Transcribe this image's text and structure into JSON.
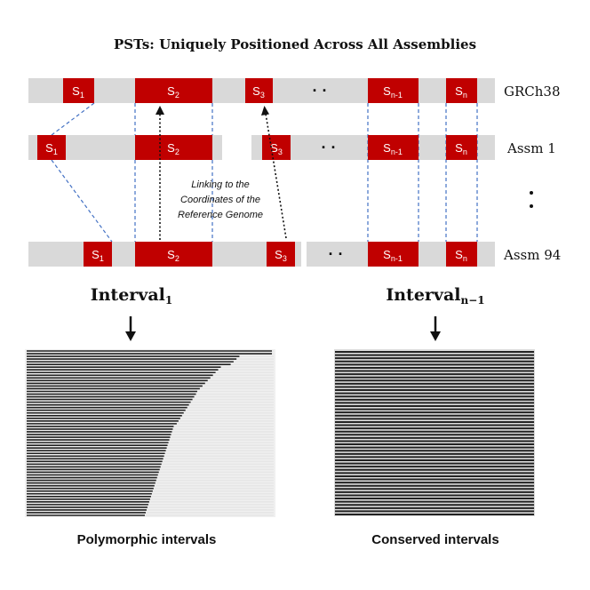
{
  "title": "PSTs: Uniquely Positioned Across All Assemblies",
  "assemblies": [
    {
      "label": "GRCh38"
    },
    {
      "label": "Assm 1"
    },
    {
      "label": "Assm 94"
    }
  ],
  "segments": {
    "s1": {
      "base": "S",
      "sub": "1"
    },
    "s2": {
      "base": "S",
      "sub": "2"
    },
    "s3": {
      "base": "S",
      "sub": "3"
    },
    "sn1": {
      "base": "S",
      "sub": "n-1"
    },
    "sn": {
      "base": "S",
      "sub": "n"
    }
  },
  "ellipsis": "· ·",
  "vertical_ellipsis": "·\n·",
  "annotation": {
    "line1": "Linking to the",
    "line2": "Coordinates of the",
    "line3": "Reference Genome"
  },
  "intervals": {
    "left": {
      "base": "Interval",
      "sub": "1"
    },
    "right": {
      "base": "Interval",
      "sub": "n−1"
    }
  },
  "captions": {
    "left": "Polymorphic intervals",
    "right": "Conserved intervals"
  },
  "colors": {
    "segment": "#c00000",
    "track": "#d9d9d9",
    "link": "#4472c4",
    "dark_line": "#222222",
    "light_line": "#e6e6e6"
  }
}
